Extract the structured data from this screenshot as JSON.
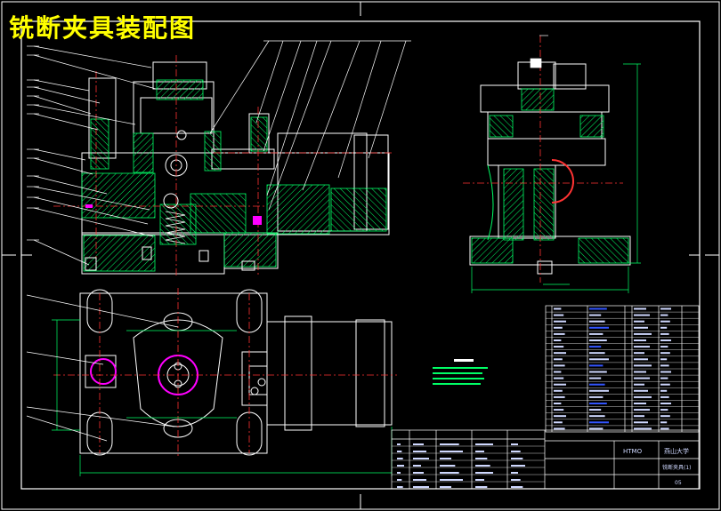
{
  "drawing": {
    "title": "铣断夹具装配图",
    "title_color": "#ffff00"
  },
  "title_block": {
    "school": "燕山大学",
    "drawing_no": "HTMO",
    "drawing_name": "铣断夹具(1)",
    "sheet_no": "05"
  },
  "colors": {
    "background": "#000000",
    "frame": "#ffffff",
    "outline": "#ffffff",
    "hatch": "#00ff66",
    "centerline": "#ff3333",
    "dimension": "#00ff66",
    "leader": "#ffffff",
    "highlight": "#ff00ff",
    "blue_cell": "#3355ff",
    "yellow": "#ffff00"
  }
}
